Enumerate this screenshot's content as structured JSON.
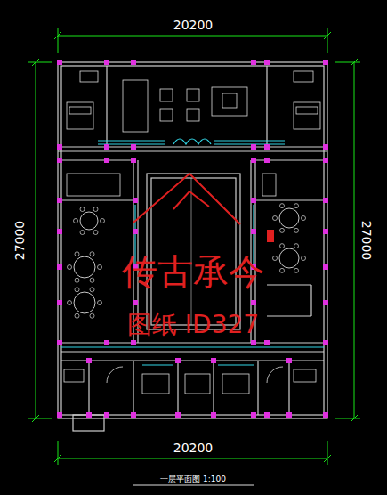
{
  "diagram": {
    "caption": "一层平面图 1:100",
    "labels": [
      "20200",
      "20200",
      "27000",
      "27000",
      "传古承今",
      "图纸 ID327"
    ]
  }
}
